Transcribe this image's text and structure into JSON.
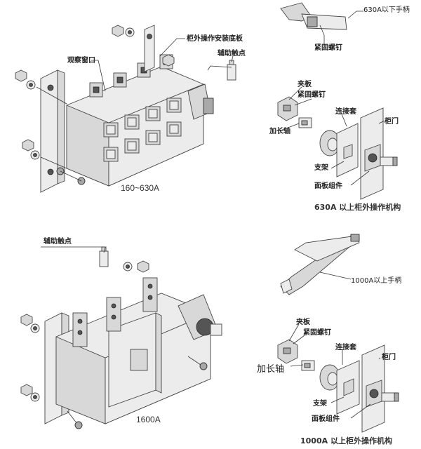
{
  "labels": {
    "top_left": {
      "observation_window": "观察窗口",
      "mounting_plate": "柜外操作安装底板",
      "aux_contact": "辅助触点",
      "model_range": "160~630A"
    },
    "top_right": {
      "handle": "630A以下手柄",
      "set_screw_handle": "紧固螺钉",
      "clamp_plate": "夹板",
      "set_screw": "紧固螺钉",
      "extension_shaft": "加长轴",
      "coupling_sleeve": "连接套",
      "cabinet_door": "柜门",
      "bracket": "支架",
      "panel_assembly": "面板组件",
      "caption": "630A 以上柜外操作机构"
    },
    "bottom_left": {
      "aux_contact": "辅助触点",
      "model_range": "1600A"
    },
    "bottom_right": {
      "handle": "1000A以上手柄",
      "clamp_plate": "夹板",
      "set_screw": "紧固螺钉",
      "extension_shaft": "加长轴",
      "coupling_sleeve": "连接套",
      "cabinet_door": "柜门",
      "bracket": "支架",
      "panel_assembly": "面板组件",
      "caption": "1000A 以上柜外操作机构"
    }
  },
  "icons": [
    "switch-160-630a-illustration",
    "handle-630a-illustration",
    "mechanism-630a-illustration",
    "switch-1600a-illustration",
    "handle-1000a-illustration",
    "mechanism-1000a-illustration"
  ]
}
